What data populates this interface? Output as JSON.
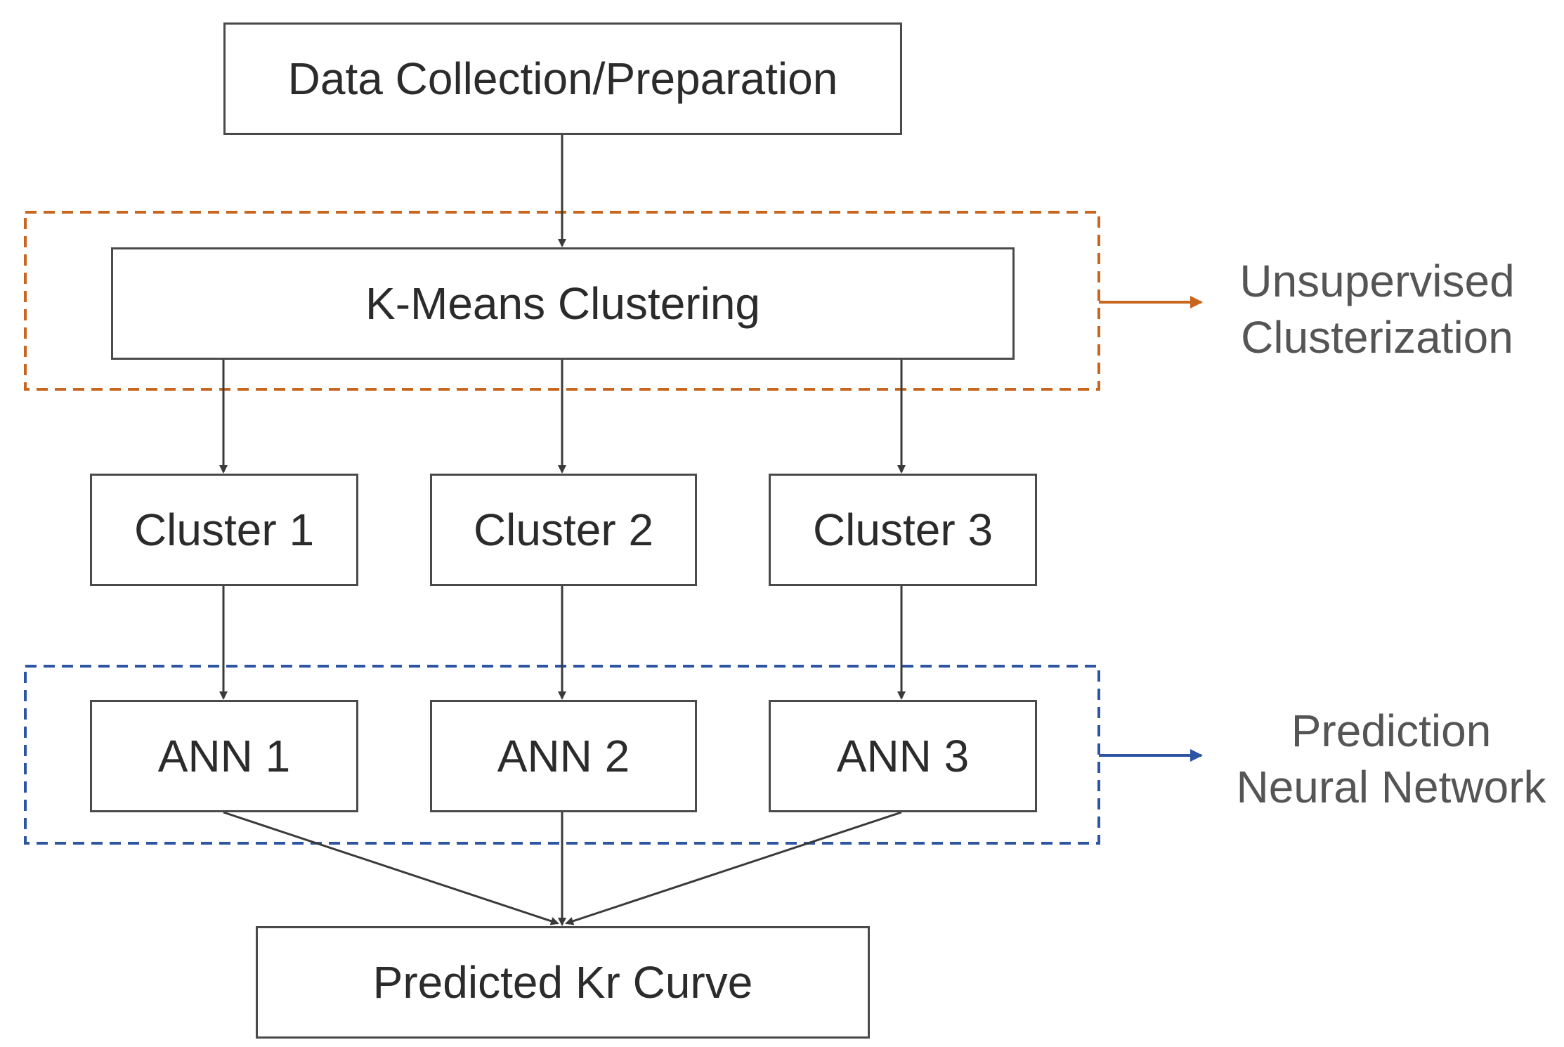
{
  "nodes": {
    "data_collection": "Data Collection/Preparation",
    "kmeans": "K-Means Clustering",
    "cluster_1": "Cluster 1",
    "cluster_2": "Cluster 2",
    "cluster_3": "Cluster 3",
    "ann_1": "ANN 1",
    "ann_2": "ANN 2",
    "ann_3": "ANN 3",
    "predicted": "Predicted Kr Curve"
  },
  "groups": {
    "unsupervised": {
      "label_line1": "Unsupervised",
      "label_line2": "Clusterization",
      "color": "#c8651e"
    },
    "prediction": {
      "label_line1": "Prediction",
      "label_line2": "Neural Network",
      "color": "#2e55a3"
    }
  },
  "colors": {
    "box_border": "#4a4a4a",
    "arrow": "#3a3a3a",
    "text": "#2b2b2b"
  }
}
